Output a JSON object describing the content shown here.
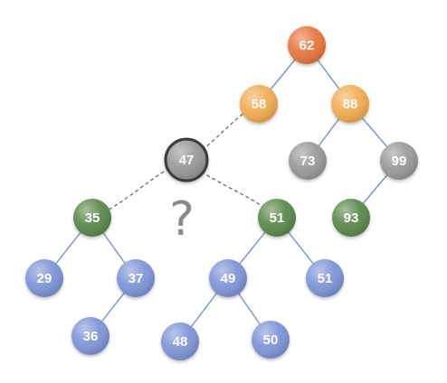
{
  "colors": {
    "orange": "#e8773f",
    "light_orange": "#f2ad52",
    "gray": "#9a9a9a",
    "green": "#5c8a4c",
    "blue": "#7f96d8",
    "solid_edge": "#7a8fd0",
    "dashed_edge": "#6b6b6b",
    "selected_outline": "#3b3b3b"
  },
  "nodes": [
    {
      "id": "n62",
      "label": "62",
      "color": "orange"
    },
    {
      "id": "n58",
      "label": "58",
      "color": "light_orange"
    },
    {
      "id": "n88",
      "label": "88",
      "color": "light_orange"
    },
    {
      "id": "n47",
      "label": "47",
      "color": "gray",
      "selected": true
    },
    {
      "id": "n73",
      "label": "73",
      "color": "gray"
    },
    {
      "id": "n99",
      "label": "99",
      "color": "gray"
    },
    {
      "id": "n35",
      "label": "35",
      "color": "green"
    },
    {
      "id": "n51a",
      "label": "51",
      "color": "green"
    },
    {
      "id": "n93",
      "label": "93",
      "color": "green"
    },
    {
      "id": "n29",
      "label": "29",
      "color": "blue"
    },
    {
      "id": "n37",
      "label": "37",
      "color": "blue"
    },
    {
      "id": "n49",
      "label": "49",
      "color": "blue"
    },
    {
      "id": "n51b",
      "label": "51",
      "color": "blue"
    },
    {
      "id": "n36",
      "label": "36",
      "color": "blue"
    },
    {
      "id": "n48",
      "label": "48",
      "color": "blue"
    },
    {
      "id": "n50",
      "label": "50",
      "color": "blue"
    }
  ],
  "edges": [
    {
      "from": "n62",
      "to": "n58",
      "style": "solid"
    },
    {
      "from": "n62",
      "to": "n88",
      "style": "solid"
    },
    {
      "from": "n88",
      "to": "n73",
      "style": "solid"
    },
    {
      "from": "n88",
      "to": "n99",
      "style": "solid"
    },
    {
      "from": "n99",
      "to": "n93",
      "style": "solid"
    },
    {
      "from": "n58",
      "to": "n47",
      "style": "dashed"
    },
    {
      "from": "n47",
      "to": "n35",
      "style": "dashed"
    },
    {
      "from": "n47",
      "to": "n51a",
      "style": "dashed"
    },
    {
      "from": "n35",
      "to": "n29",
      "style": "solid"
    },
    {
      "from": "n35",
      "to": "n37",
      "style": "solid"
    },
    {
      "from": "n37",
      "to": "n36",
      "style": "solid"
    },
    {
      "from": "n51a",
      "to": "n49",
      "style": "solid"
    },
    {
      "from": "n51a",
      "to": "n51b",
      "style": "solid"
    },
    {
      "from": "n49",
      "to": "n48",
      "style": "solid"
    },
    {
      "from": "n49",
      "to": "n50",
      "style": "solid"
    }
  ],
  "question_mark": "?"
}
